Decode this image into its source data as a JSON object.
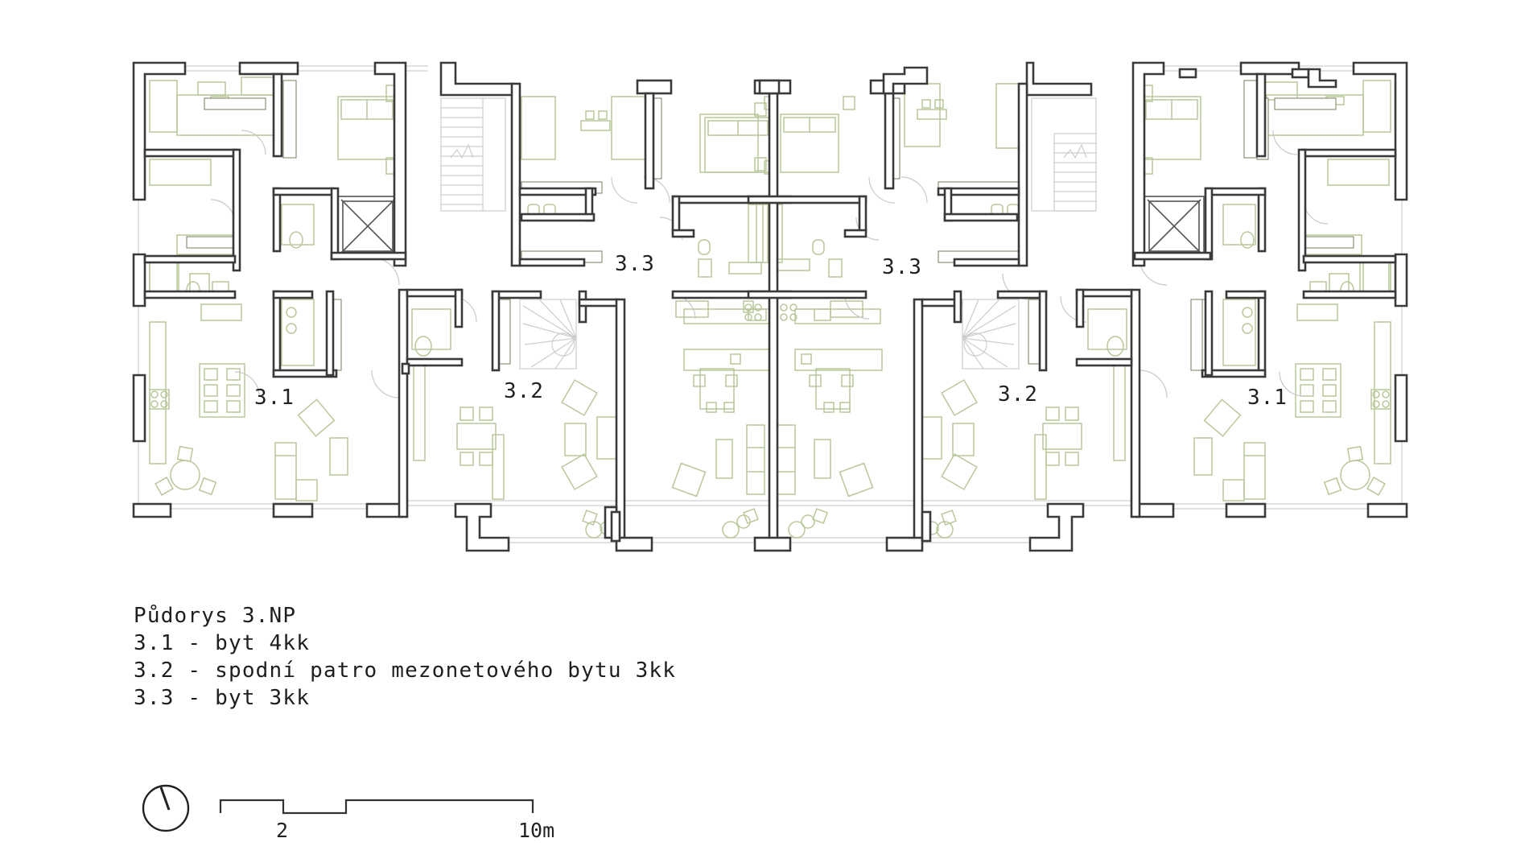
{
  "plan": {
    "units": [
      {
        "label": "3.1"
      },
      {
        "label": "3.2"
      },
      {
        "label": "3.3"
      },
      {
        "label": "3.3"
      },
      {
        "label": "3.2"
      },
      {
        "label": "3.1"
      }
    ]
  },
  "legend": {
    "title": "Půdorys 3.NP",
    "items": [
      "3.1 - byt 4kk",
      "3.2 - spodní patro mezonetového bytu 3kk",
      "3.3 - byt 3kk"
    ]
  },
  "scale_bar": {
    "label_short": "2",
    "label_long": "10m"
  },
  "north_arrow": {
    "icon": "north-arrow-icon"
  },
  "colors": {
    "walls": "#3a3a3a",
    "furniture": "#b9c79a",
    "text": "#222222"
  }
}
